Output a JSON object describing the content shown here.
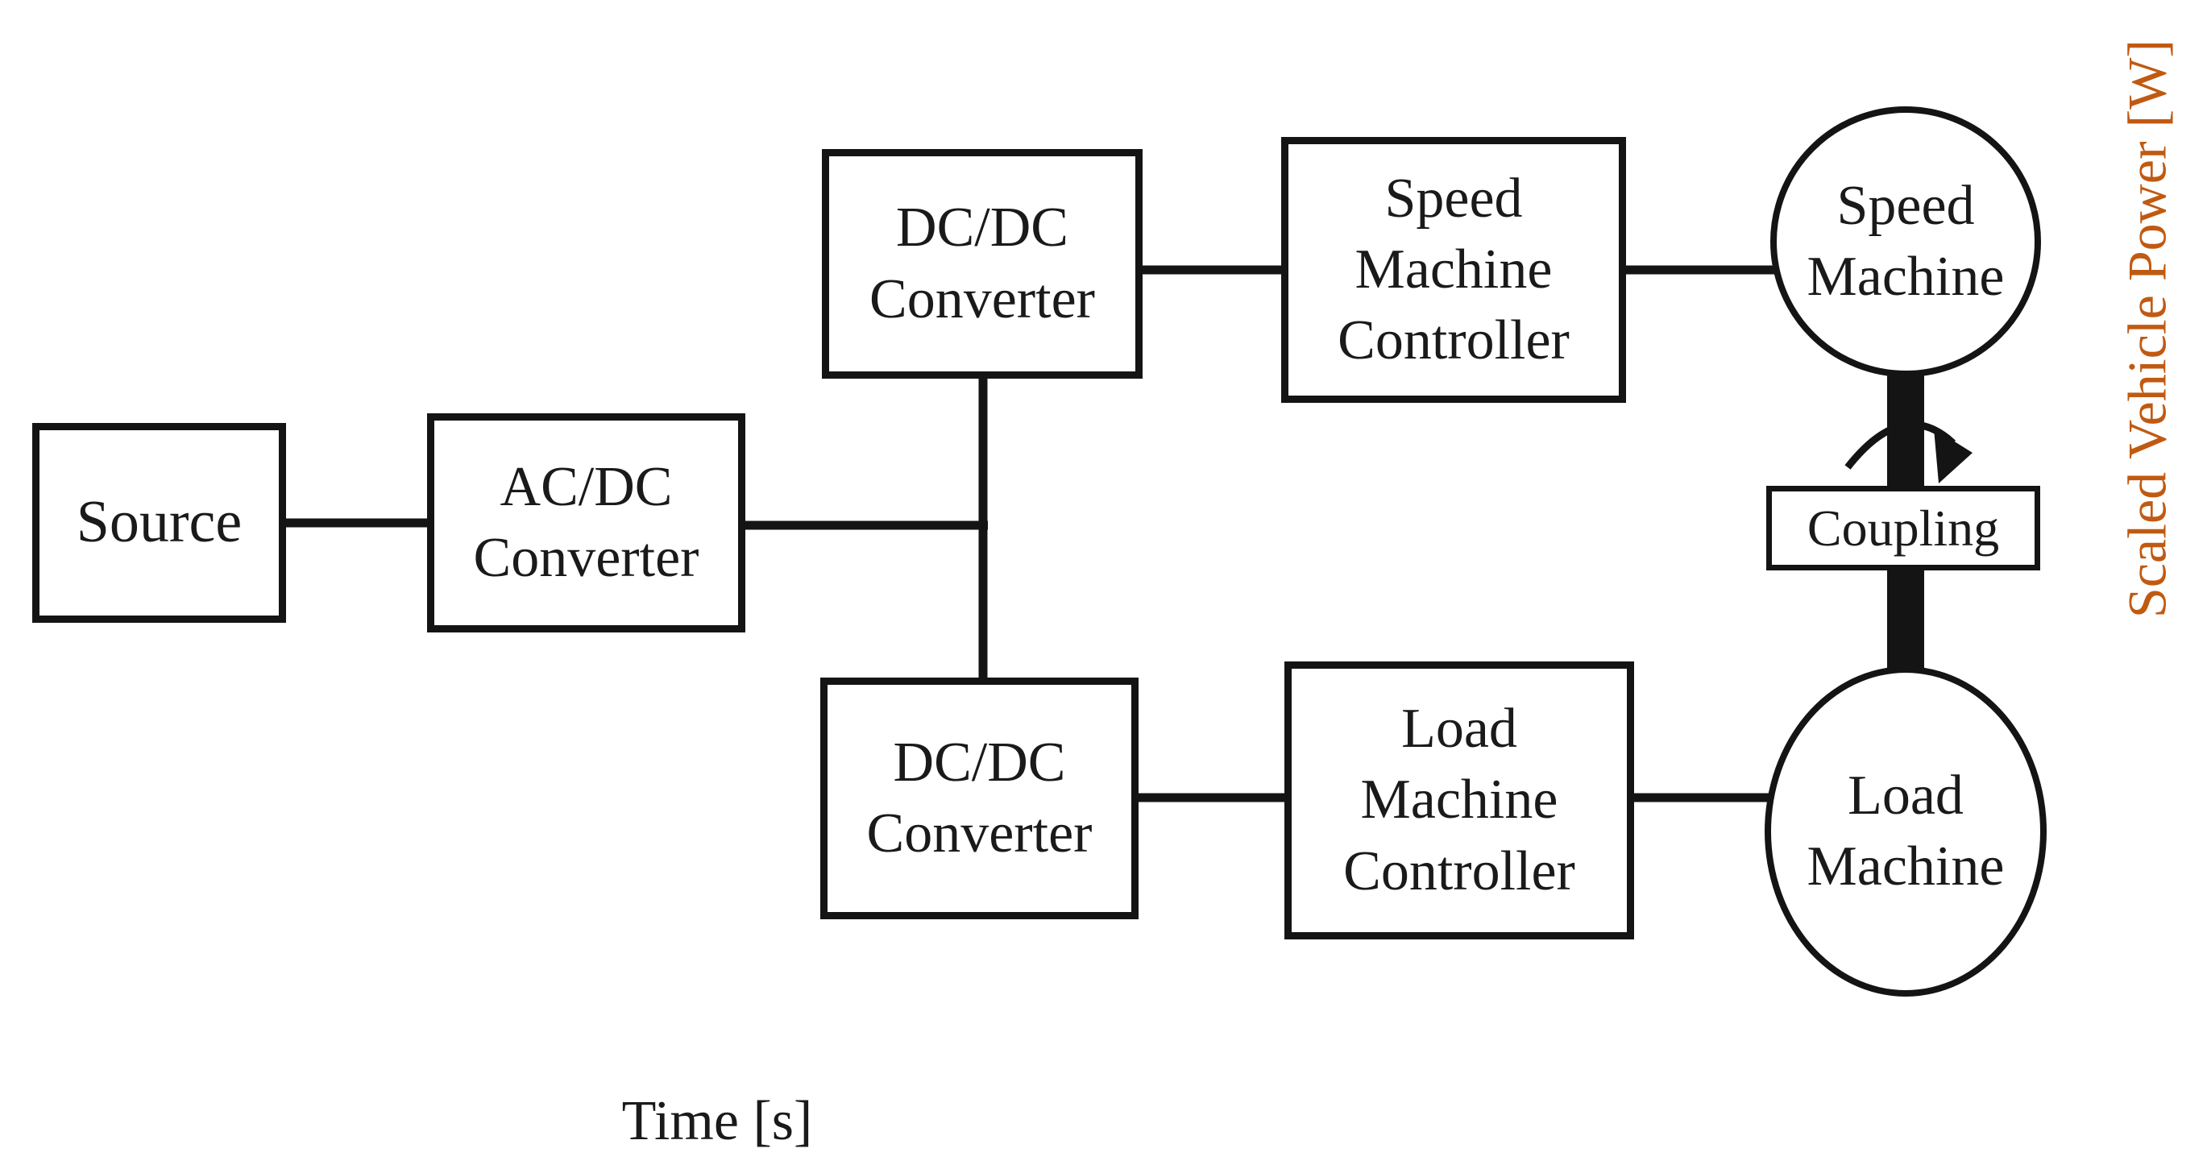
{
  "colors": {
    "accent_orange": "#C05A11",
    "ink": "#141414"
  },
  "labels": {
    "x_axis": "Time [s]",
    "y_axis": "Scaled Vehicle Power [W]"
  },
  "nodes": {
    "source": {
      "label": "Source"
    },
    "acdc_converter": {
      "label": "AC/DC\nConverter"
    },
    "dcdc_converter_top": {
      "label": "DC/DC\nConverter"
    },
    "dcdc_converter_bottom": {
      "label": "DC/DC\nConverter"
    },
    "speed_machine_controller": {
      "label": "Speed\nMachine\nController"
    },
    "load_machine_controller": {
      "label": "Load\nMachine\nController"
    },
    "speed_machine": {
      "label": "Speed\nMachine"
    },
    "load_machine": {
      "label": "Load\nMachine"
    },
    "coupling": {
      "label": "Coupling"
    }
  }
}
